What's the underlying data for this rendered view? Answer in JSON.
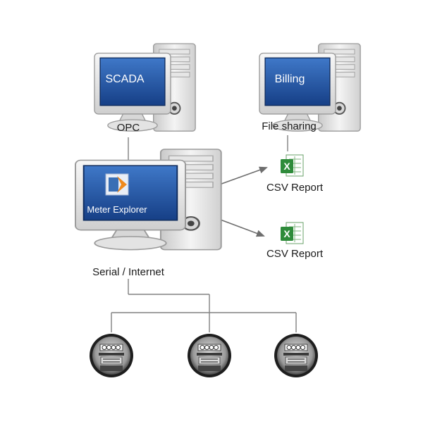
{
  "nodes": {
    "scada": {
      "screen_label": "SCADA",
      "caption": "OPC"
    },
    "billing": {
      "screen_label": "Billing",
      "caption": "File sharing"
    },
    "meter_explorer": {
      "screen_label": "Meter Explorer",
      "caption": "Serial / Internet"
    },
    "csv_report_1": {
      "caption": "CSV Report"
    },
    "csv_report_2": {
      "caption": "CSV Report"
    }
  },
  "icons": {
    "computer": "desktop-computer-icon",
    "spreadsheet": "excel-icon",
    "meter": "electric-meter-icon"
  },
  "colors": {
    "screen_blue": "#1f4f9c",
    "excel_green": "#2e8b3a",
    "line": "#808080"
  }
}
